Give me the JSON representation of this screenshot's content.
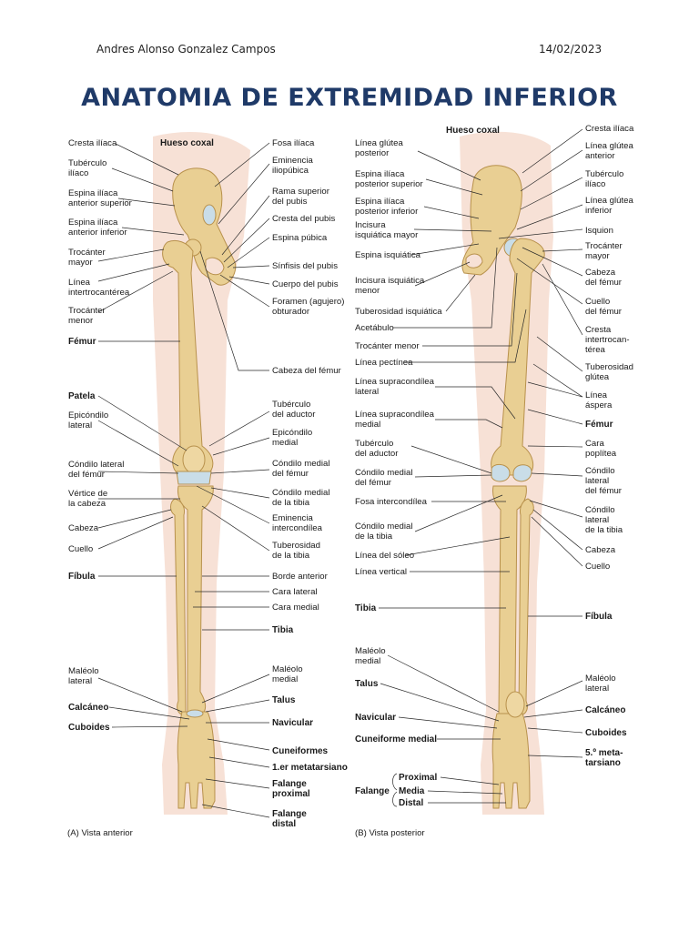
{
  "header": {
    "author": "Andres Alonso Gonzalez Campos",
    "date": "14/02/2023"
  },
  "title": "ANATOMIA DE EXTREMIDAD INFERIOR",
  "figure": {
    "view_a_caption": "(A) Vista anterior",
    "view_b_caption": "(B) Vista posterior",
    "hueso_coxal": "Hueso coxal",
    "falange_group": "Falange",
    "colors": {
      "bone": "#e9cf93",
      "bone_shade": "#c9a25a",
      "cartilage": "#c9dde8",
      "skin": "#f6ddd0"
    },
    "labels": [
      {
        "id": "a-cresta-iliaca",
        "text": "Cresta ilíaca"
      },
      {
        "id": "a-tuberculo-iliaco",
        "text": "Tubérculo\nilíaco"
      },
      {
        "id": "a-espina-ant-sup",
        "text": "Espina ilíaca\nanterior superior"
      },
      {
        "id": "a-espina-ant-inf",
        "text": "Espina ilíaca\nanterior inferior"
      },
      {
        "id": "a-trocanter-mayor",
        "text": "Trocánter\nmayor"
      },
      {
        "id": "a-linea-intertroc",
        "text": "Línea\nintertrocantérea"
      },
      {
        "id": "a-trocanter-menor",
        "text": "Trocánter\nmenor"
      },
      {
        "id": "a-femur",
        "text": "Fémur"
      },
      {
        "id": "a-patela",
        "text": "Patela"
      },
      {
        "id": "a-epicondilo-lat",
        "text": "Epicóndilo\nlateral"
      },
      {
        "id": "a-condilo-lat",
        "text": "Cóndilo lateral\ndel fémur"
      },
      {
        "id": "a-vertice-cabeza",
        "text": "Vértice de\nla cabeza"
      },
      {
        "id": "a-cabeza",
        "text": "Cabeza"
      },
      {
        "id": "a-cuello",
        "text": "Cuello"
      },
      {
        "id": "a-fibula",
        "text": "Fíbula"
      },
      {
        "id": "a-maleolo-lat",
        "text": "Maléolo\nlateral"
      },
      {
        "id": "a-calcaneo",
        "text": "Calcáneo"
      },
      {
        "id": "a-cuboides",
        "text": "Cuboides"
      },
      {
        "id": "a-fosa-iliaca",
        "text": "Fosa ilíaca"
      },
      {
        "id": "a-eminencia-iliop",
        "text": "Eminencia\niliopúbica"
      },
      {
        "id": "a-rama-sup-pubis",
        "text": "Rama superior\ndel pubis"
      },
      {
        "id": "a-cresta-pubis",
        "text": "Cresta del pubis"
      },
      {
        "id": "a-espina-pubica",
        "text": "Espina púbica"
      },
      {
        "id": "a-sinfisis",
        "text": "Sínfisis del pubis"
      },
      {
        "id": "a-cuerpo-pubis",
        "text": "Cuerpo del pubis"
      },
      {
        "id": "a-foramen",
        "text": "Foramen (agujero)\nobturador"
      },
      {
        "id": "a-cabeza-femur",
        "text": "Cabeza del fémur"
      },
      {
        "id": "a-tuberculo-aductor",
        "text": "Tubérculo\ndel aductor"
      },
      {
        "id": "a-epicondilo-med",
        "text": "Epicóndilo\nmedial"
      },
      {
        "id": "a-condilo-med-femur",
        "text": "Cóndilo medial\ndel fémur"
      },
      {
        "id": "a-condilo-med-tibia",
        "text": "Cóndilo medial\nde la tibia"
      },
      {
        "id": "a-eminencia-interc",
        "text": "Eminencia\nintercondílea"
      },
      {
        "id": "a-tuberosidad-tibia",
        "text": "Tuberosidad\nde la tibia"
      },
      {
        "id": "a-borde-anterior",
        "text": "Borde anterior"
      },
      {
        "id": "a-cara-lateral",
        "text": "Cara lateral"
      },
      {
        "id": "a-cara-medial",
        "text": "Cara medial"
      },
      {
        "id": "a-tibia",
        "text": "Tibia"
      },
      {
        "id": "a-maleolo-med",
        "text": "Maléolo\nmedial"
      },
      {
        "id": "a-talus",
        "text": "Talus"
      },
      {
        "id": "a-navicular",
        "text": "Navicular"
      },
      {
        "id": "a-cuneiformes",
        "text": "Cuneiformes"
      },
      {
        "id": "a-metatarsiano",
        "text": "1.er metatarsiano"
      },
      {
        "id": "a-falange-prox",
        "text": "Falange\nproximal"
      },
      {
        "id": "a-falange-dist",
        "text": "Falange\ndistal"
      },
      {
        "id": "b-linea-glutea-post",
        "text": "Línea glútea\nposterior"
      },
      {
        "id": "b-espina-post-sup",
        "text": "Espina ilíaca\nposterior superior"
      },
      {
        "id": "b-espina-post-inf",
        "text": "Espina ilíaca\nposterior inferior"
      },
      {
        "id": "b-incisura-mayor",
        "text": "Incisura\nisquiática mayor"
      },
      {
        "id": "b-espina-isquiatica",
        "text": "Espina isquiática"
      },
      {
        "id": "b-incisura-menor",
        "text": "Incisura isquiática\nmenor"
      },
      {
        "id": "b-tuberosidad-isq",
        "text": "Tuberosidad isquiática"
      },
      {
        "id": "b-acetabulo",
        "text": "Acetábulo"
      },
      {
        "id": "b-trocanter-menor",
        "text": "Trocánter menor"
      },
      {
        "id": "b-linea-pectinea",
        "text": "Línea pectínea"
      },
      {
        "id": "b-linea-supra-lat",
        "text": "Línea supracondílea\nlateral"
      },
      {
        "id": "b-linea-supra-med",
        "text": "Línea supracondílea\nmedial"
      },
      {
        "id": "b-tuberculo-aductor",
        "text": "Tubérculo\ndel aductor"
      },
      {
        "id": "b-condilo-med-femur",
        "text": "Cóndilo medial\ndel fémur"
      },
      {
        "id": "b-fosa-intercond",
        "text": "Fosa intercondílea"
      },
      {
        "id": "b-condilo-med-tibia",
        "text": "Cóndilo medial\nde la tibia"
      },
      {
        "id": "b-linea-soleo",
        "text": "Línea del sóleo"
      },
      {
        "id": "b-linea-vertical",
        "text": "Línea vertical"
      },
      {
        "id": "b-tibia",
        "text": "Tibia"
      },
      {
        "id": "b-maleolo-med",
        "text": "Maléolo\nmedial"
      },
      {
        "id": "b-talus",
        "text": "Talus"
      },
      {
        "id": "b-navicular",
        "text": "Navicular"
      },
      {
        "id": "b-cuneiforme-med",
        "text": "Cuneiforme medial"
      },
      {
        "id": "b-proximal",
        "text": "Proximal"
      },
      {
        "id": "b-media",
        "text": "Media"
      },
      {
        "id": "b-distal",
        "text": "Distal"
      },
      {
        "id": "b-cresta-iliaca",
        "text": "Cresta ilíaca"
      },
      {
        "id": "b-linea-glutea-ant",
        "text": "Línea glútea\nanterior"
      },
      {
        "id": "b-tuberculo-iliaco",
        "text": "Tubérculo\nilíaco"
      },
      {
        "id": "b-linea-glutea-inf",
        "text": "Línea glútea\ninferior"
      },
      {
        "id": "b-isquion",
        "text": "Isquion"
      },
      {
        "id": "b-trocanter-mayor",
        "text": "Trocánter\nmayor"
      },
      {
        "id": "b-cabeza-femur",
        "text": "Cabeza\ndel fémur"
      },
      {
        "id": "b-cuello-femur",
        "text": "Cuello\ndel fémur"
      },
      {
        "id": "b-cresta-intertroc",
        "text": "Cresta\nintertrocan-\ntérea"
      },
      {
        "id": "b-tuberosidad-glutea",
        "text": "Tuberosidad\nglútea"
      },
      {
        "id": "b-linea-aspera",
        "text": "Línea\náspera"
      },
      {
        "id": "b-femur",
        "text": "Fémur"
      },
      {
        "id": "b-cara-poplitea",
        "text": "Cara\npoplítea"
      },
      {
        "id": "b-condilo-lat-femur",
        "text": "Cóndilo\nlateral\ndel fémur"
      },
      {
        "id": "b-condilo-lat-tibia",
        "text": "Cóndilo\nlateral\nde la tibia"
      },
      {
        "id": "b-cabeza",
        "text": "Cabeza"
      },
      {
        "id": "b-cuello",
        "text": "Cuello"
      },
      {
        "id": "b-fibula",
        "text": "Fíbula"
      },
      {
        "id": "b-maleolo-lat",
        "text": "Maléolo\nlateral"
      },
      {
        "id": "b-calcaneo",
        "text": "Calcáneo"
      },
      {
        "id": "b-cuboides",
        "text": "Cuboides"
      },
      {
        "id": "b-metatarsiano5",
        "text": "5.º meta-\ntarsiano"
      }
    ]
  }
}
